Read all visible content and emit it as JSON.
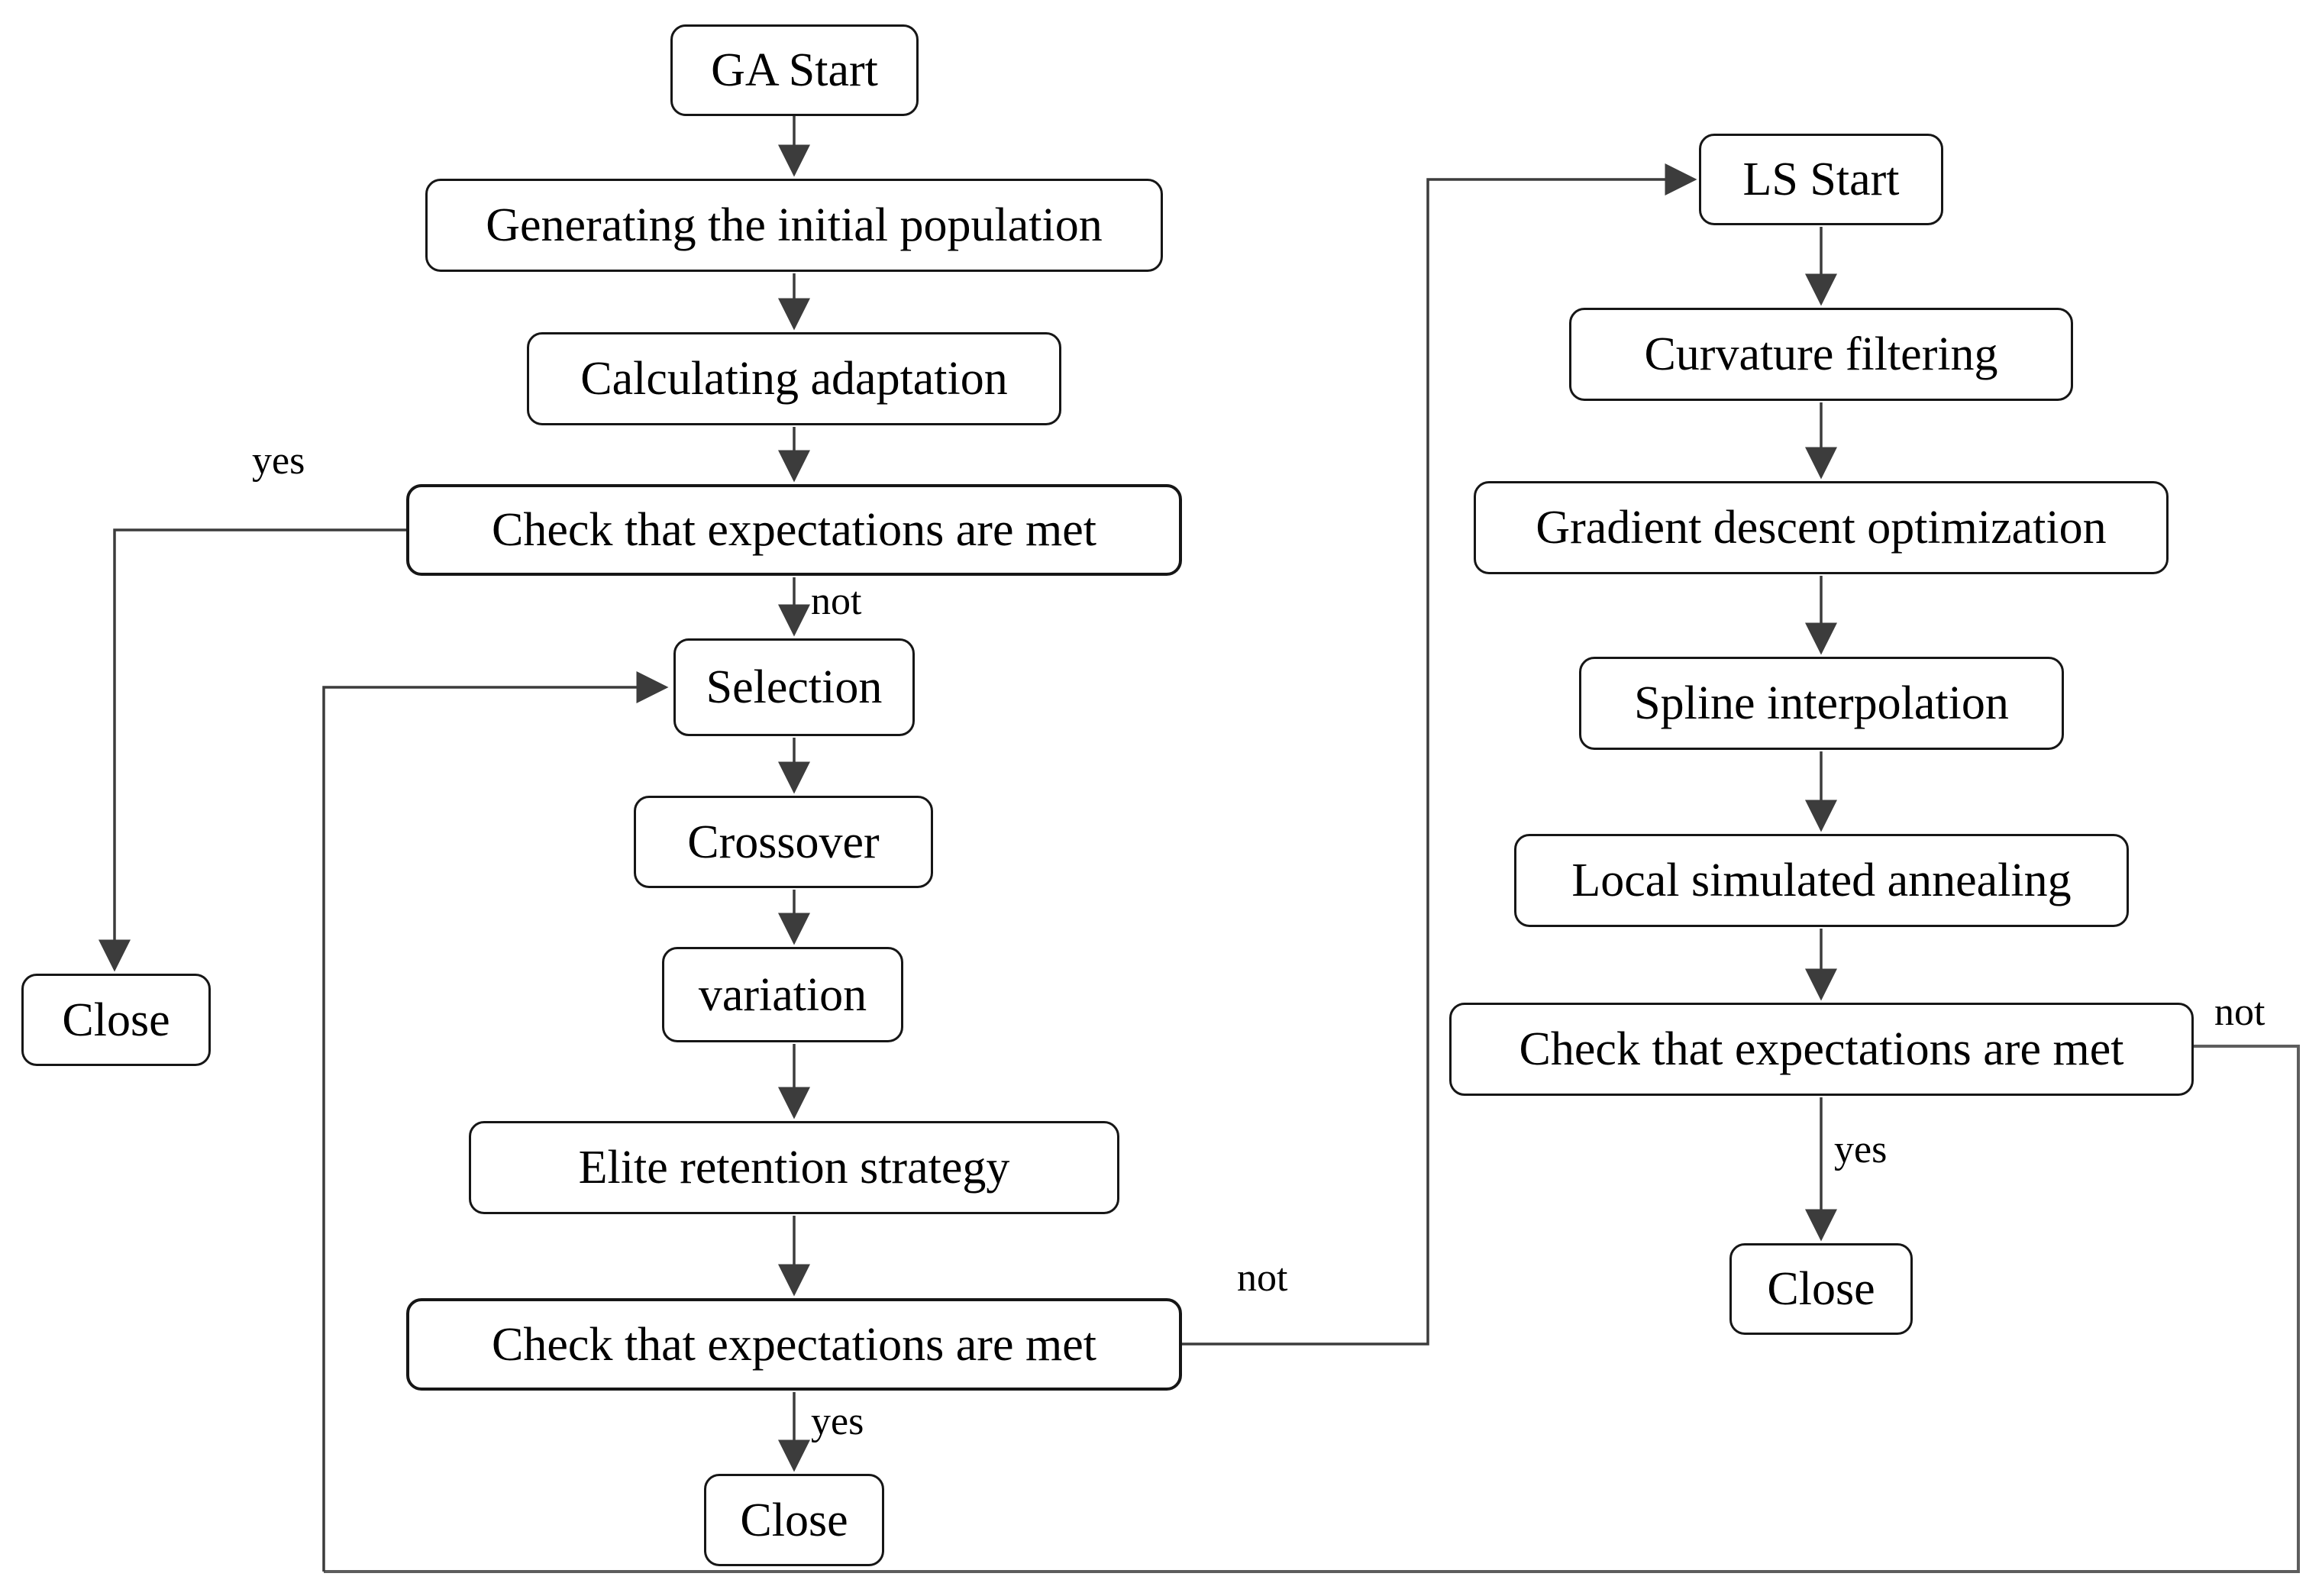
{
  "diagram_type": "flowchart",
  "colors": {
    "background": "#ffffff",
    "box_fill": "#ffffff",
    "box_border": "#161616",
    "text": "#000000",
    "connector": "#3c3c3c",
    "loop_connector": "#5d5d5d"
  },
  "nodes": {
    "ga_start": {
      "label": "GA Start"
    },
    "gen_pop": {
      "label": "Generating the initial population"
    },
    "calc_adapt": {
      "label": "Calculating adaptation"
    },
    "check1": {
      "label": "Check that expectations are met"
    },
    "selection": {
      "label": "Selection"
    },
    "crossover": {
      "label": "Crossover"
    },
    "variation": {
      "label": "variation"
    },
    "elite": {
      "label": "Elite retention strategy"
    },
    "check2": {
      "label": "Check that expectations are met"
    },
    "close_bottom": {
      "label": "Close"
    },
    "close_left": {
      "label": "Close"
    },
    "ls_start": {
      "label": "LS Start"
    },
    "curvature": {
      "label": "Curvature filtering"
    },
    "gradient": {
      "label": "Gradient descent optimization"
    },
    "spline": {
      "label": "Spline interpolation"
    },
    "annealing": {
      "label": "Local simulated annealing"
    },
    "check3": {
      "label": "Check that expectations are met"
    },
    "close_right": {
      "label": "Close"
    }
  },
  "edge_labels": {
    "check1_yes": "yes",
    "check1_not": "not",
    "check2_yes": "yes",
    "check2_not": "not",
    "check3_yes": "yes",
    "check3_not": "not"
  },
  "edges": [
    {
      "from": "GA Start",
      "to": "Generating the initial population"
    },
    {
      "from": "Generating the initial population",
      "to": "Calculating adaptation"
    },
    {
      "from": "Calculating adaptation",
      "to": "Check that expectations are met"
    },
    {
      "from": "Check that expectations are met (GA)",
      "to": "Close (left)",
      "label": "yes"
    },
    {
      "from": "Check that expectations are met (GA)",
      "to": "Selection",
      "label": "not"
    },
    {
      "from": "Selection",
      "to": "Crossover"
    },
    {
      "from": "Crossover",
      "to": "variation"
    },
    {
      "from": "variation",
      "to": "Elite retention strategy"
    },
    {
      "from": "Elite retention strategy",
      "to": "Check that expectations are met (GA loop)"
    },
    {
      "from": "Check that expectations are met (GA loop)",
      "to": "Close (bottom)",
      "label": "yes"
    },
    {
      "from": "Check that expectations are met (GA loop)",
      "to": "LS Start",
      "label": "not"
    },
    {
      "from": "LS Start",
      "to": "Curvature filtering"
    },
    {
      "from": "Curvature filtering",
      "to": "Gradient descent optimization"
    },
    {
      "from": "Gradient descent optimization",
      "to": "Spline interpolation"
    },
    {
      "from": "Spline interpolation",
      "to": "Local simulated annealing"
    },
    {
      "from": "Local simulated annealing",
      "to": "Check that expectations are met (LS)"
    },
    {
      "from": "Check that expectations are met (LS)",
      "to": "Close (right)",
      "label": "yes"
    },
    {
      "from": "Check that expectations are met (LS)",
      "to": "Selection",
      "label": "not"
    }
  ]
}
